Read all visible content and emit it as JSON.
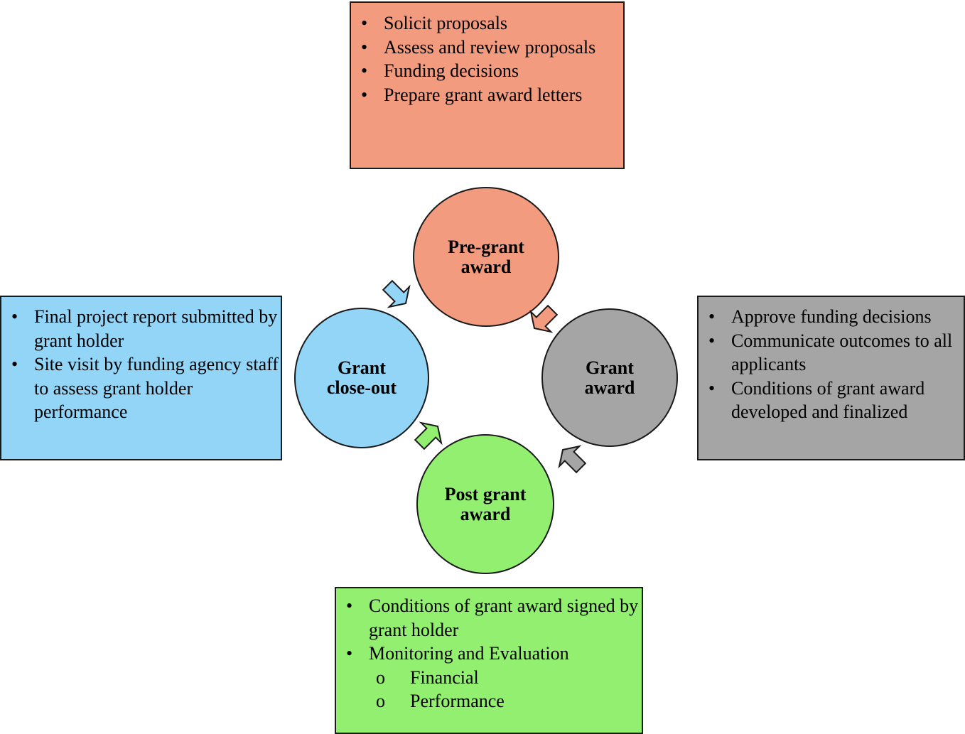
{
  "boxes": {
    "top": {
      "color": "#f29b7e",
      "items": [
        "Solicit proposals",
        "Assess and review proposals",
        "Funding decisions",
        "Prepare grant award letters"
      ]
    },
    "right": {
      "color": "#a5a5a5",
      "items": [
        "Approve funding decisions",
        "Communicate outcomes to all applicants",
        "Conditions of grant award developed and finalized"
      ]
    },
    "left": {
      "color": "#92d5f7",
      "items": [
        "Final project report submitted by grant holder",
        "Site visit by funding agency staff to assess grant holder performance"
      ]
    },
    "bottom": {
      "color": "#92ef70",
      "items": [
        "Conditions of grant award signed by grant holder",
        "Monitoring and Evaluation"
      ],
      "subitems": [
        "Financial",
        "Performance"
      ]
    }
  },
  "stages": {
    "pre_grant": {
      "line1": "Pre-grant",
      "line2": "award",
      "color": "#f29b7e"
    },
    "grant_award": {
      "line1": "Grant",
      "line2": "award",
      "color": "#a5a5a5"
    },
    "post_grant": {
      "line1": "Post grant",
      "line2": "award",
      "color": "#92ef70"
    },
    "close_out": {
      "line1": "Grant",
      "line2": "close-out",
      "color": "#92d5f7"
    }
  }
}
